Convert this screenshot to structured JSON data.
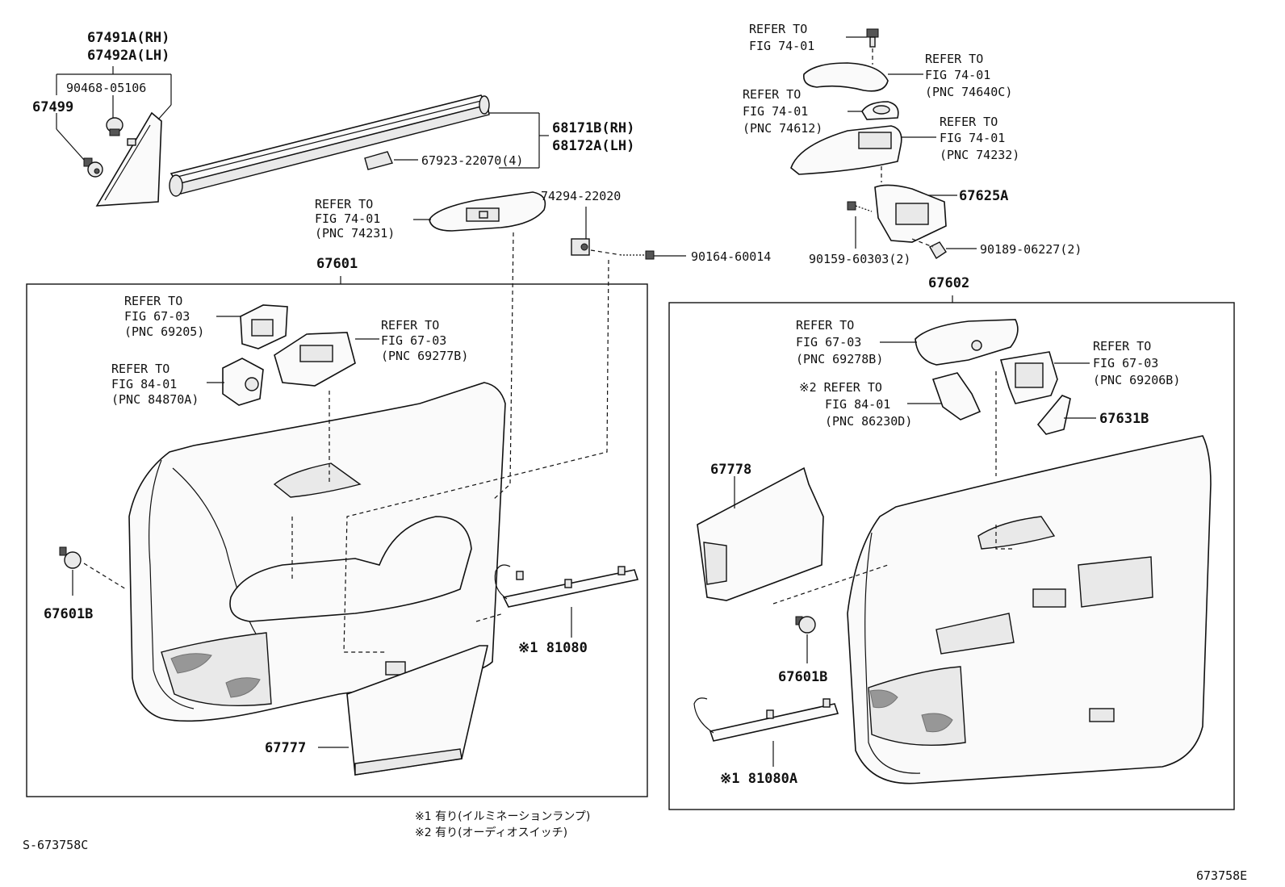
{
  "callouts": {
    "c67491": [
      "67491A(RH)",
      "67492A(LH)"
    ],
    "c90468": [
      "90468-05106"
    ],
    "c67499": [
      "67499"
    ],
    "c68171": [
      "68171B(RH)",
      "68172A(LH)"
    ],
    "c67923": [
      "67923-22070(4)"
    ],
    "c74231": [
      "REFER TO",
      "FIG 74-01",
      "(PNC 74231)"
    ],
    "c74294": [
      "74294-22020"
    ],
    "c90164": [
      "90164-60014"
    ],
    "c67601": [
      "67601"
    ],
    "c69205": [
      "REFER TO",
      "FIG 67-03",
      "(PNC 69205)"
    ],
    "c69277": [
      "REFER TO",
      "FIG 67-03",
      "(PNC 69277B)"
    ],
    "c84870": [
      "REFER TO",
      "FIG 84-01",
      "(PNC 84870A)"
    ],
    "c67601b_l": [
      "67601B"
    ],
    "c81080": [
      "※1 81080"
    ],
    "c67777": [
      "67777"
    ],
    "c74_top": [
      "REFER TO",
      "FIG 74-01"
    ],
    "c74640": [
      "REFER TO",
      "FIG 74-01",
      "(PNC 74640C)"
    ],
    "c74612": [
      "REFER TO",
      "FIG 74-01",
      "(PNC 74612)"
    ],
    "c74232": [
      "REFER TO",
      "FIG 74-01",
      "(PNC 74232)"
    ],
    "c67625": [
      "67625A"
    ],
    "c90159": [
      "90159-60303(2)"
    ],
    "c90189": [
      "90189-06227(2)"
    ],
    "c67602": [
      "67602"
    ],
    "c69278": [
      "REFER TO",
      "FIG 67-03",
      "(PNC 69278B)"
    ],
    "c69206": [
      "REFER TO",
      "FIG 67-03",
      "(PNC 69206B)"
    ],
    "c86230": [
      "※2 REFER TO",
      "FIG 84-01",
      "(PNC 86230D)"
    ],
    "c67631": [
      "67631B"
    ],
    "c67778": [
      "67778"
    ],
    "c67601b_r": [
      "67601B"
    ],
    "c81080a": [
      "※1 81080A"
    ]
  },
  "notes": {
    "note1": "※1 有り(イルミネーションランプ)",
    "note2": "※2 有り(オーディオスイッチ)"
  },
  "codes": {
    "left": "S-673758C",
    "right": "673758E"
  }
}
